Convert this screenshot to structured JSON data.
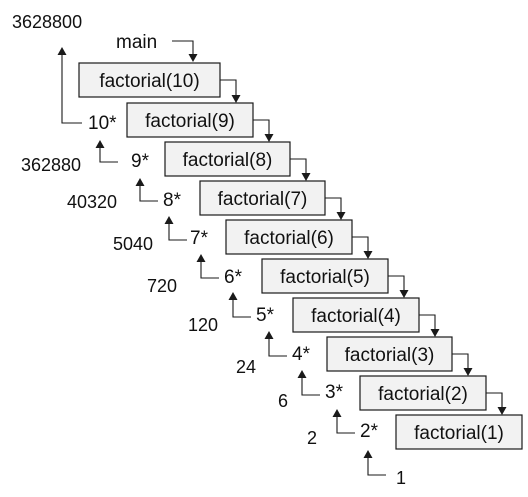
{
  "entry_label": "main",
  "calls": [
    {
      "label": "factorial(10)",
      "multiplier": "10*",
      "result": "3628800"
    },
    {
      "label": "factorial(9)",
      "multiplier": "9*",
      "result": "362880"
    },
    {
      "label": "factorial(8)",
      "multiplier": "8*",
      "result": "40320"
    },
    {
      "label": "factorial(7)",
      "multiplier": "7*",
      "result": "5040"
    },
    {
      "label": "factorial(6)",
      "multiplier": "6*",
      "result": "720"
    },
    {
      "label": "factorial(5)",
      "multiplier": "5*",
      "result": "120"
    },
    {
      "label": "factorial(4)",
      "multiplier": "4*",
      "result": "24"
    },
    {
      "label": "factorial(3)",
      "multiplier": "3*",
      "result": "6"
    },
    {
      "label": "factorial(2)",
      "multiplier": "2*",
      "result": "2"
    },
    {
      "label": "factorial(1)",
      "multiplier": "",
      "result": "1"
    }
  ]
}
